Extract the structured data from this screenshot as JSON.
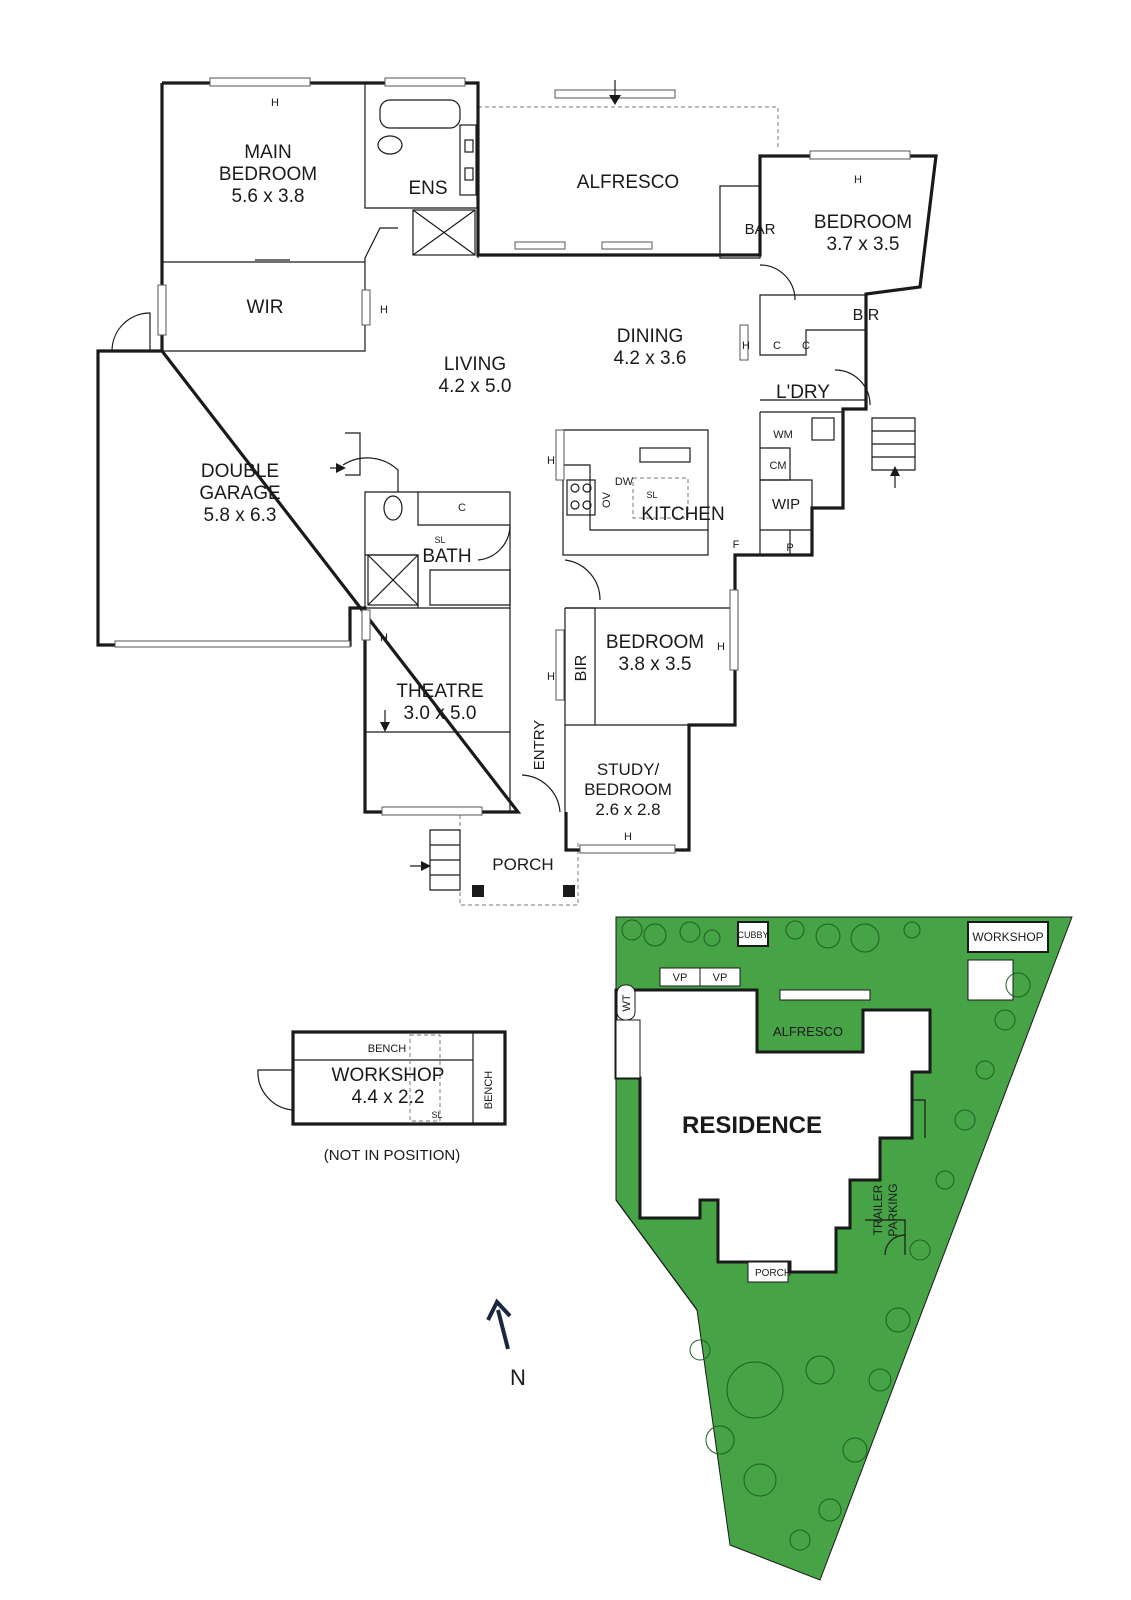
{
  "floor_plan": {
    "rooms": {
      "main_bedroom": {
        "name_1": "MAIN",
        "name_2": "BEDROOM",
        "size": "5.6 x 3.8"
      },
      "ensuite": {
        "name": "ENS"
      },
      "alfresco": {
        "name": "ALFRESCO"
      },
      "bar": {
        "name": "BAR"
      },
      "bedroom_ne": {
        "name": "BEDROOM",
        "size": "3.7 x 3.5"
      },
      "wir": {
        "name": "WIR"
      },
      "bir_ne": {
        "name": "BIR"
      },
      "dining": {
        "name": "DINING",
        "size": "4.2 x 3.6"
      },
      "living": {
        "name": "LIVING",
        "size": "4.2 x 5.0"
      },
      "laundry": {
        "name": "L'DRY"
      },
      "double_garage": {
        "name_1": "DOUBLE",
        "name_2": "GARAGE",
        "size": "5.8 x 6.3"
      },
      "kitchen": {
        "name": "KITCHEN"
      },
      "wip": {
        "name": "WIP"
      },
      "bath": {
        "name": "BATH"
      },
      "bedroom_mid": {
        "name": "BEDROOM",
        "size": "3.8 x 3.5"
      },
      "bir_mid": {
        "name": "BIR"
      },
      "theatre": {
        "name": "THEATRE",
        "size": "3.0 x 5.0"
      },
      "entry": {
        "name": "ENTRY"
      },
      "study": {
        "name_1": "STUDY/",
        "name_2": "BEDROOM",
        "size": "2.6 x 2.8"
      },
      "porch": {
        "name": "PORCH"
      }
    },
    "fixtures": {
      "heater": "H",
      "cupboard": "C",
      "washing_machine": "WM",
      "cabinet": "CM",
      "fridge": "F",
      "pantry": "P",
      "dishwasher": "DW",
      "oven": "OV",
      "skylight": "SL"
    }
  },
  "workshop_plan": {
    "name": "WORKSHOP",
    "size": "4.4 x 2.2",
    "bench_top": "BENCH",
    "bench_side": "BENCH",
    "skylight": "SL",
    "note": "(NOT IN POSITION)"
  },
  "site_plan": {
    "residence": "RESIDENCE",
    "cubby": "CUBBY",
    "workshop": "WORKSHOP",
    "vp_1": "VP",
    "vp_2": "VP",
    "water_tank": "WT",
    "alfresco": "ALFRESCO",
    "trailer_1": "TRAILER",
    "trailer_2": "PARKING",
    "porch": "PORCH",
    "lawn_color": "#46a346"
  },
  "compass": {
    "label": "N"
  }
}
